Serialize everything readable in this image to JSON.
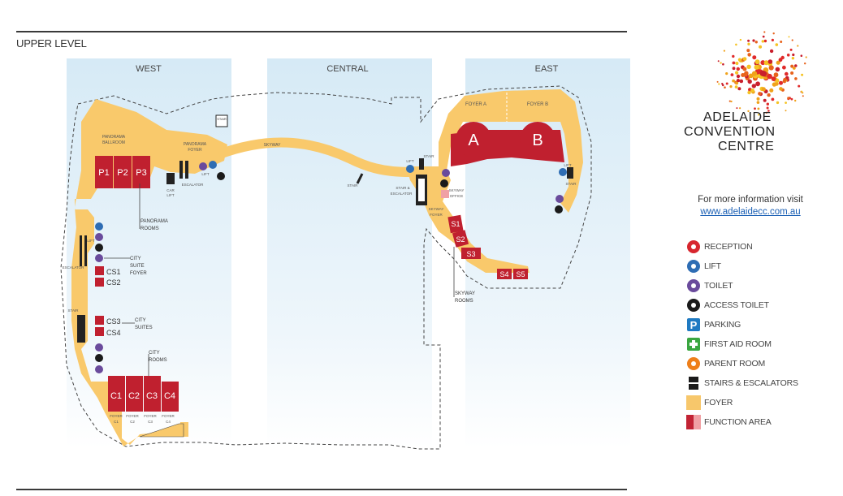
{
  "level_title": "UPPER LEVEL",
  "zones": {
    "west": "WEST",
    "central": "CENTRAL",
    "east": "EAST"
  },
  "rooms": {
    "P1": "P1",
    "P2": "P2",
    "P3": "P3",
    "CS1": "CS1",
    "CS2": "CS2",
    "CS3": "CS3",
    "CS4": "CS4",
    "C1": "C1",
    "C2": "C2",
    "C3": "C3",
    "C4": "C4",
    "A": "A",
    "B": "B",
    "S1": "S1",
    "S2": "S2",
    "S3": "S3",
    "S4": "S4",
    "S5": "S5"
  },
  "labels": {
    "panorama_ballroom_1": "PANORAMA",
    "panorama_ballroom_2": "BALLROOM",
    "panorama_foyer_1": "PANORAMA",
    "panorama_foyer_2": "FOYER",
    "skyway": "SKYWAY",
    "foyer_a": "FOYER A",
    "foyer_b": "FOYER B",
    "panorama_rooms_1": "PANORAMA",
    "panorama_rooms_2": "ROOMS",
    "city_suite_foyer_1": "CITY",
    "city_suite_foyer_2": "SUITE",
    "city_suite_foyer_3": "FOYER",
    "city_suites_1": "CITY",
    "city_suites_2": "SUITES",
    "city_rooms_1": "CITY",
    "city_rooms_2": "ROOMS",
    "skyway_rooms_1": "SKYWAY",
    "skyway_rooms_2": "ROOMS",
    "skyway_foyer_1": "SKYWAY",
    "skyway_foyer_2": "FOYER",
    "skyway_office_1": "SKYWAY",
    "skyway_office_2": "OFFICE",
    "stair_escalator_1": "STAIR &",
    "stair_escalator_2": "ESCALATOR",
    "car_lift_1": "CAR",
    "car_lift_2": "LIFT",
    "escalator": "ESCALATOR",
    "escalator_west": "ESCALATOR",
    "lift": "LIFT",
    "lift_west": "LIFT",
    "lift_central": "LIFT",
    "lift_east": "LIFT",
    "stair": "STAIR",
    "stair_west": "STAIR",
    "stair_top": "STAIR",
    "stair_central": "STAIR",
    "stair_skyway": "STAIR",
    "stair_east": "STAIR",
    "foyer_c1_1": "FOYER",
    "foyer_c1_2": "C1",
    "foyer_c2_1": "FOYER",
    "foyer_c2_2": "C2",
    "foyer_c3_1": "FOYER",
    "foyer_c3_2": "C3",
    "foyer_c4_1": "FOYER",
    "foyer_c4_2": "C4"
  },
  "logo": {
    "line1": "ADELAIDE",
    "line2": "CONVENTION",
    "line3": "CENTRE"
  },
  "info": {
    "text": "For more information visit",
    "link": "www.adelaidecc.com.au"
  },
  "legend": [
    {
      "icon": "reception-icon",
      "label": "RECEPTION",
      "color": "#d7262e"
    },
    {
      "icon": "lift-icon",
      "label": "LIFT",
      "color": "#2e6db4"
    },
    {
      "icon": "toilet-icon",
      "label": "TOILET",
      "color": "#6a4b9c"
    },
    {
      "icon": "access-toilet-icon",
      "label": "ACCESS TOILET",
      "color": "#1a1a1a"
    },
    {
      "icon": "parking-icon",
      "label": "PARKING",
      "color": "#1f7ac2"
    },
    {
      "icon": "first-aid-icon",
      "label": "FIRST AID ROOM",
      "color": "#3aa640"
    },
    {
      "icon": "parent-room-icon",
      "label": "PARENT ROOM",
      "color": "#ee7f1a"
    },
    {
      "icon": "stairs-escalators-icon",
      "label": "STAIRS & ESCALATORS",
      "color": "#1a1a1a"
    },
    {
      "icon": "foyer-swatch-icon",
      "label": "FOYER",
      "color": "#f7c76b"
    },
    {
      "icon": "function-area-swatch-icon",
      "label": "FUNCTION AREA",
      "color": "#c22334"
    }
  ],
  "colors": {
    "foyer": "#f9c96b",
    "function": "#c0202f",
    "function_light": "#f0a0a4",
    "zone_bg": "#dcedf7",
    "outline": "#444444"
  }
}
